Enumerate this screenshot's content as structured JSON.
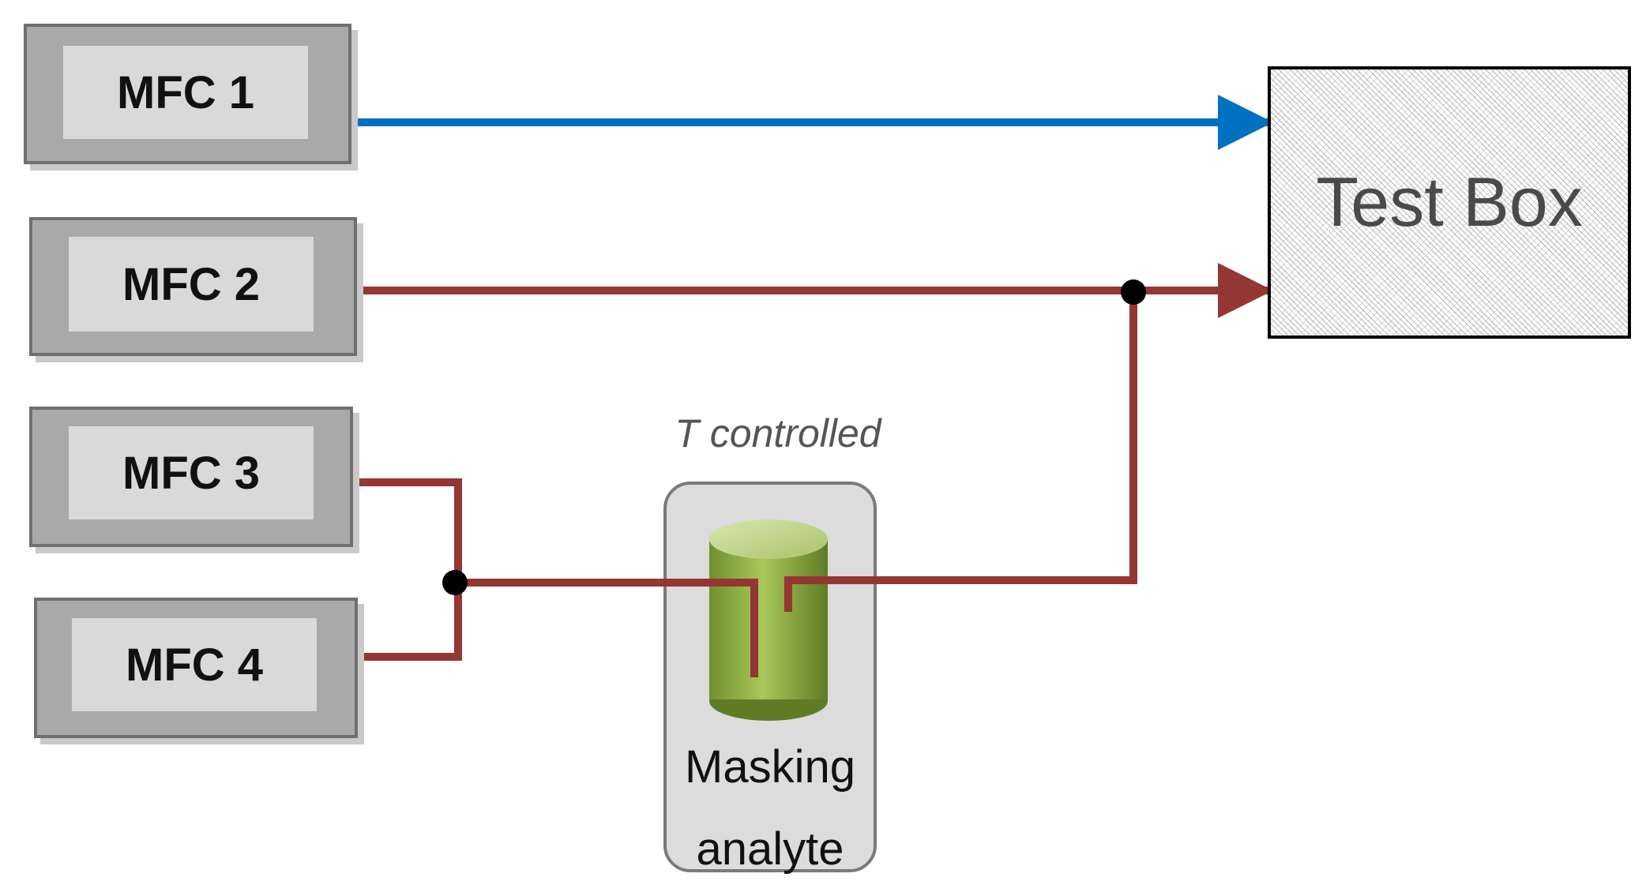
{
  "mfcs": [
    {
      "label": "MFC 1"
    },
    {
      "label": "MFC 2"
    },
    {
      "label": "MFC 3"
    },
    {
      "label": "MFC 4"
    }
  ],
  "test_box": {
    "label": "Test Box"
  },
  "chamber": {
    "temperature_label": "T controlled",
    "analyte_label_line1": "Masking",
    "analyte_label_line2": "analyte"
  },
  "colors": {
    "flow_blue": "#0070c0",
    "flow_red": "#943634",
    "cylinder_green": "#8cb440"
  }
}
